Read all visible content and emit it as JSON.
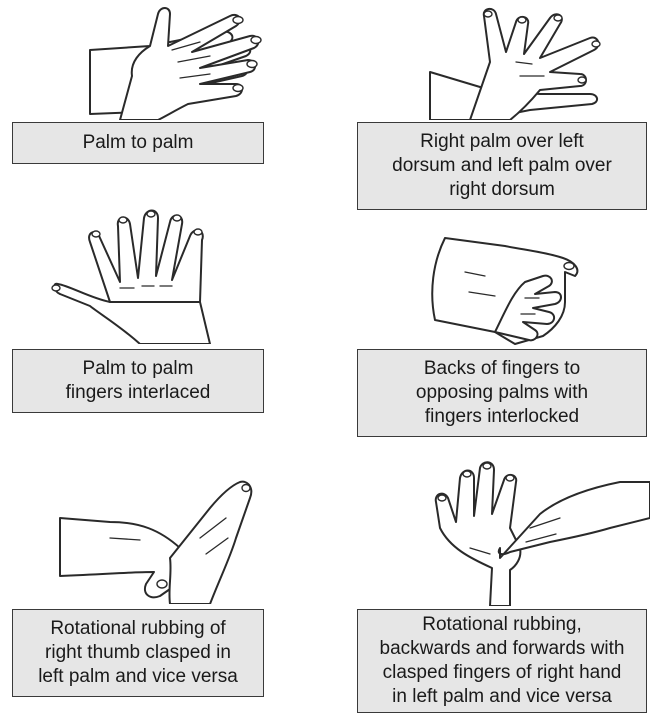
{
  "steps": [
    {
      "caption": "Palm to palm"
    },
    {
      "caption": "Right palm over left\ndorsum and left palm over\nright dorsum"
    },
    {
      "caption": "Palm to palm\nfingers interlaced"
    },
    {
      "caption": "Backs of fingers to\nopposing palms with\nfingers interlocked"
    },
    {
      "caption": "Rotational rubbing of\nright thumb clasped in\nleft palm and vice versa"
    },
    {
      "caption": "Rotational rubbing,\nbackwards and forwards with\nclasped fingers of right hand\nin left palm and vice versa"
    }
  ]
}
